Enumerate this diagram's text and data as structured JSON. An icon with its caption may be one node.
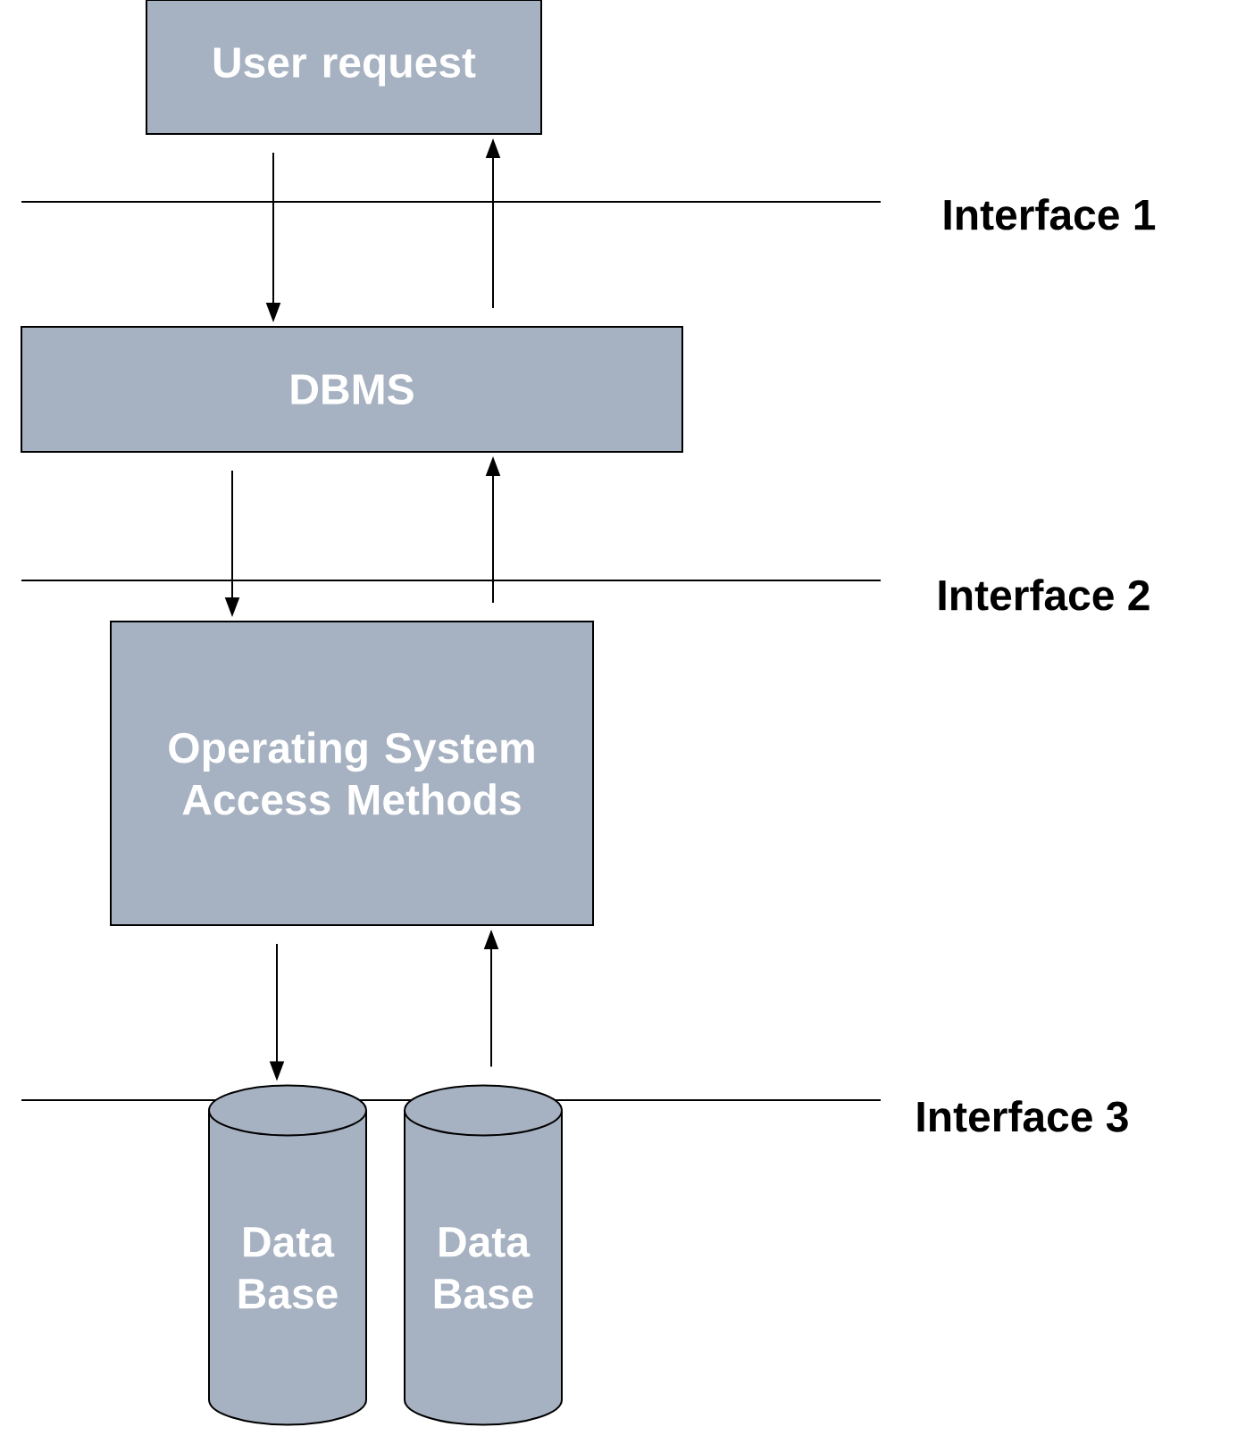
{
  "diagram": {
    "nodes": [
      {
        "text": [
          "User request"
        ]
      },
      {
        "text": [
          "DBMS"
        ]
      },
      {
        "text": [
          "Operating System Access Methods"
        ]
      },
      {
        "text": [
          "Data Base"
        ]
      },
      {
        "text": [
          "Data Base"
        ]
      }
    ],
    "edges": [
      {
        "from": 0,
        "to": 1,
        "arrow": "to"
      },
      {
        "from": 1,
        "to": 0,
        "arrow": "to"
      },
      {
        "from": 1,
        "to": 2,
        "arrow": "to"
      },
      {
        "from": 2,
        "to": 1,
        "arrow": "to"
      },
      {
        "from": 2,
        "to": 3,
        "arrow": "to"
      },
      {
        "from": 4,
        "to": 2,
        "arrow": "to"
      }
    ],
    "labels": [
      "Interface 1",
      "Interface 2",
      "Interface 3"
    ]
  }
}
